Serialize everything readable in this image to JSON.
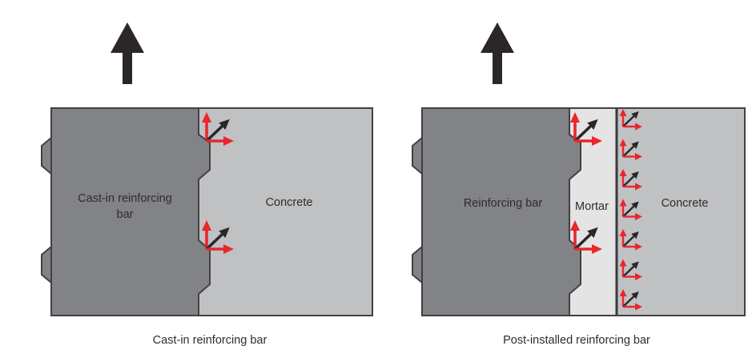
{
  "left_panel": {
    "caption": "Cast-in reinforcing bar",
    "bar_label_line1": "Cast-in reinforcing",
    "bar_label_line2": "bar",
    "concrete_label": "Concrete"
  },
  "right_panel": {
    "caption": "Post-installed reinforcing bar",
    "bar_label": "Reinforcing bar",
    "mortar_label": "Mortar",
    "concrete_label": "Concrete"
  },
  "colors": {
    "background": "#ffffff",
    "rebar_gray": "#828386",
    "concrete_gray": "#c0c1c3",
    "mortar_gray": "#e4e4e5",
    "outline_dark": "#414143",
    "divider_dark": "#3a3a3c",
    "force_red": "#e9262d",
    "force_black": "#2b2728",
    "label_text": "#2e2c2d"
  }
}
